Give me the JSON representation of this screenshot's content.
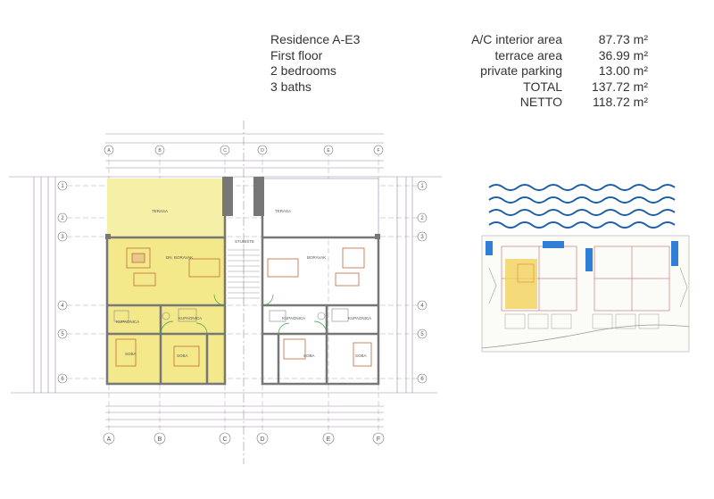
{
  "residence": {
    "name": "Residence A-E3",
    "floor": "First floor",
    "bedrooms": "2 bedrooms",
    "baths": "3 baths"
  },
  "areas": [
    {
      "label": "A/C interior area",
      "value": "87.73 m²"
    },
    {
      "label": "terrace area",
      "value": "36.99 m²"
    },
    {
      "label": "private parking",
      "value": "13.00 m²"
    },
    {
      "label": "TOTAL",
      "value": "137.72 m²"
    },
    {
      "label": "NETTO",
      "value": "118.72 m²"
    }
  ],
  "grid_columns": [
    "A",
    "B",
    "C",
    "D",
    "E",
    "F"
  ],
  "grid_rows": [
    "1",
    "2",
    "3",
    "4",
    "5",
    "6"
  ],
  "rooms": {
    "terrace_left": "TERASA",
    "terrace_right": "TERASA",
    "living_left": "DN. BORAVAK",
    "living_right": "BORAVAK",
    "stair": "STUBIŠTE",
    "bath_1": "KUPAONICA",
    "bath_2": "KUPAONICA",
    "bath_3": "KUPAONICA",
    "bath_4": "KUPAONICA",
    "bed_1": "SOBA",
    "bed_2": "SOBA",
    "bed_3": "SOBA",
    "bed_4": "SOBA"
  },
  "colors": {
    "highlight": "#f6f0a6",
    "highlight_dark": "#eadd6a",
    "wave": "#1d5fa8",
    "line": "#9a8aa8",
    "wall": "#8a8a8a"
  }
}
